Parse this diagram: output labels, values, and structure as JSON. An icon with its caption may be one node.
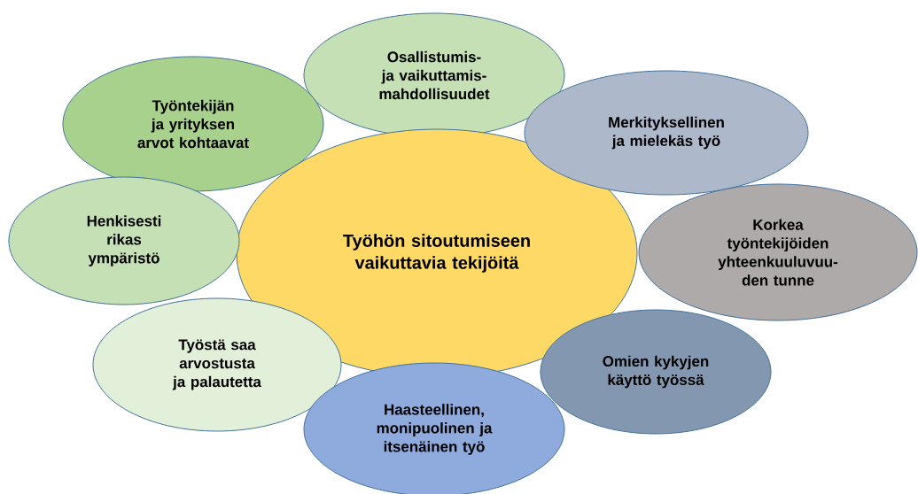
{
  "diagram": {
    "nodes": [
      {
        "text": [
          "Työhön sitoutumiseen vaikuttavia tekijöitä"
        ]
      },
      {
        "text": [
          "Osallistumis- ja vaikuttamis- mahdollisuudet"
        ]
      },
      {
        "text": [
          "Työntekijän ja yrityksen arvot kohtaavat"
        ]
      },
      {
        "text": [
          "Merkityksellinen ja mielekäs työ"
        ]
      },
      {
        "text": [
          "Henkisesti rikas ympäristö"
        ]
      },
      {
        "text": [
          "Korkea työntekijöiden yhteenkuuluvuu- den tunne"
        ]
      },
      {
        "text": [
          "Työstä saa arvostusta ja palautetta"
        ]
      },
      {
        "text": [
          "Omien kykyjen käyttö työssä"
        ]
      },
      {
        "text": [
          "Haasteellinen, monipuolinen ja itsenäinen työ"
        ]
      }
    ]
  }
}
